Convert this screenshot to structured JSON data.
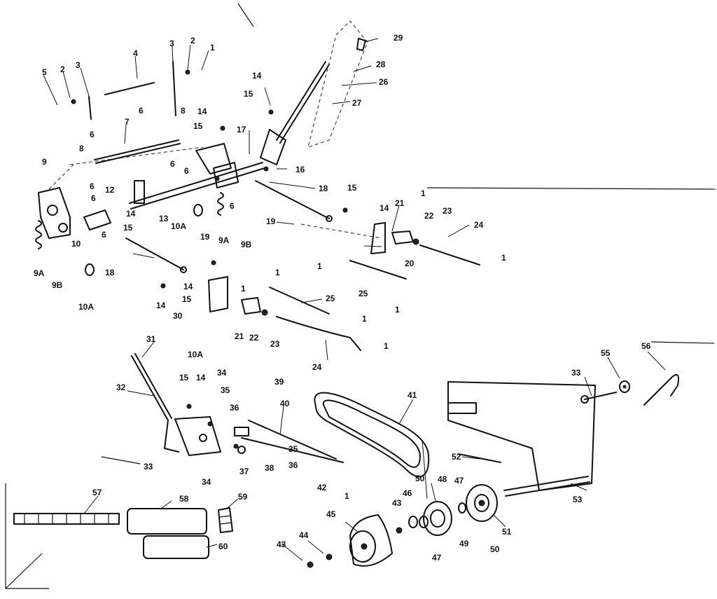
{
  "callouts": [
    {
      "label": "1"
    },
    {
      "label": "2"
    },
    {
      "label": "3"
    },
    {
      "label": "2"
    },
    {
      "label": "3"
    },
    {
      "label": "4"
    },
    {
      "label": "5"
    },
    {
      "label": "6"
    },
    {
      "label": "8"
    },
    {
      "label": "7"
    },
    {
      "label": "6"
    },
    {
      "label": "8"
    },
    {
      "label": "6"
    },
    {
      "label": "6"
    },
    {
      "label": "9"
    },
    {
      "label": "6"
    },
    {
      "label": "6"
    },
    {
      "label": "12"
    },
    {
      "label": "14"
    },
    {
      "label": "15"
    },
    {
      "label": "6"
    },
    {
      "label": "10"
    },
    {
      "label": "9A"
    },
    {
      "label": "9B"
    },
    {
      "label": "10A"
    },
    {
      "label": "13"
    },
    {
      "label": "10A"
    },
    {
      "label": "9A"
    },
    {
      "label": "9B"
    },
    {
      "label": "6"
    },
    {
      "label": "14"
    },
    {
      "label": "15"
    },
    {
      "label": "17"
    },
    {
      "label": "14"
    },
    {
      "label": "15"
    },
    {
      "label": "16"
    },
    {
      "label": "18"
    },
    {
      "label": "19"
    },
    {
      "label": "15"
    },
    {
      "label": "14"
    },
    {
      "label": "29"
    },
    {
      "label": "28"
    },
    {
      "label": "26"
    },
    {
      "label": "27"
    },
    {
      "label": "21"
    },
    {
      "label": "1"
    },
    {
      "label": "22"
    },
    {
      "label": "23"
    },
    {
      "label": "24"
    },
    {
      "label": "20"
    },
    {
      "label": "1"
    },
    {
      "label": "1"
    },
    {
      "label": "25"
    },
    {
      "label": "1"
    },
    {
      "label": "18"
    },
    {
      "label": "19"
    },
    {
      "label": "1"
    },
    {
      "label": "1"
    },
    {
      "label": "14"
    },
    {
      "label": "15"
    },
    {
      "label": "14"
    },
    {
      "label": "30"
    },
    {
      "label": "21"
    },
    {
      "label": "22"
    },
    {
      "label": "23"
    },
    {
      "label": "10A"
    },
    {
      "label": "25"
    },
    {
      "label": "1"
    },
    {
      "label": "24"
    },
    {
      "label": "1"
    },
    {
      "label": "31"
    },
    {
      "label": "32"
    },
    {
      "label": "15"
    },
    {
      "label": "14"
    },
    {
      "label": "34"
    },
    {
      "label": "35"
    },
    {
      "label": "36"
    },
    {
      "label": "39"
    },
    {
      "label": "40"
    },
    {
      "label": "41"
    },
    {
      "label": "33"
    },
    {
      "label": "34"
    },
    {
      "label": "37"
    },
    {
      "label": "38"
    },
    {
      "label": "35"
    },
    {
      "label": "36"
    },
    {
      "label": "42"
    },
    {
      "label": "1"
    },
    {
      "label": "45"
    },
    {
      "label": "43"
    },
    {
      "label": "46"
    },
    {
      "label": "50"
    },
    {
      "label": "48"
    },
    {
      "label": "47"
    },
    {
      "label": "49"
    },
    {
      "label": "47"
    },
    {
      "label": "51"
    },
    {
      "label": "50"
    },
    {
      "label": "52"
    },
    {
      "label": "53"
    },
    {
      "label": "33"
    },
    {
      "label": "55"
    },
    {
      "label": "56"
    },
    {
      "label": "57"
    },
    {
      "label": "58"
    },
    {
      "label": "59"
    },
    {
      "label": "60"
    },
    {
      "label": "43"
    },
    {
      "label": "44"
    }
  ]
}
